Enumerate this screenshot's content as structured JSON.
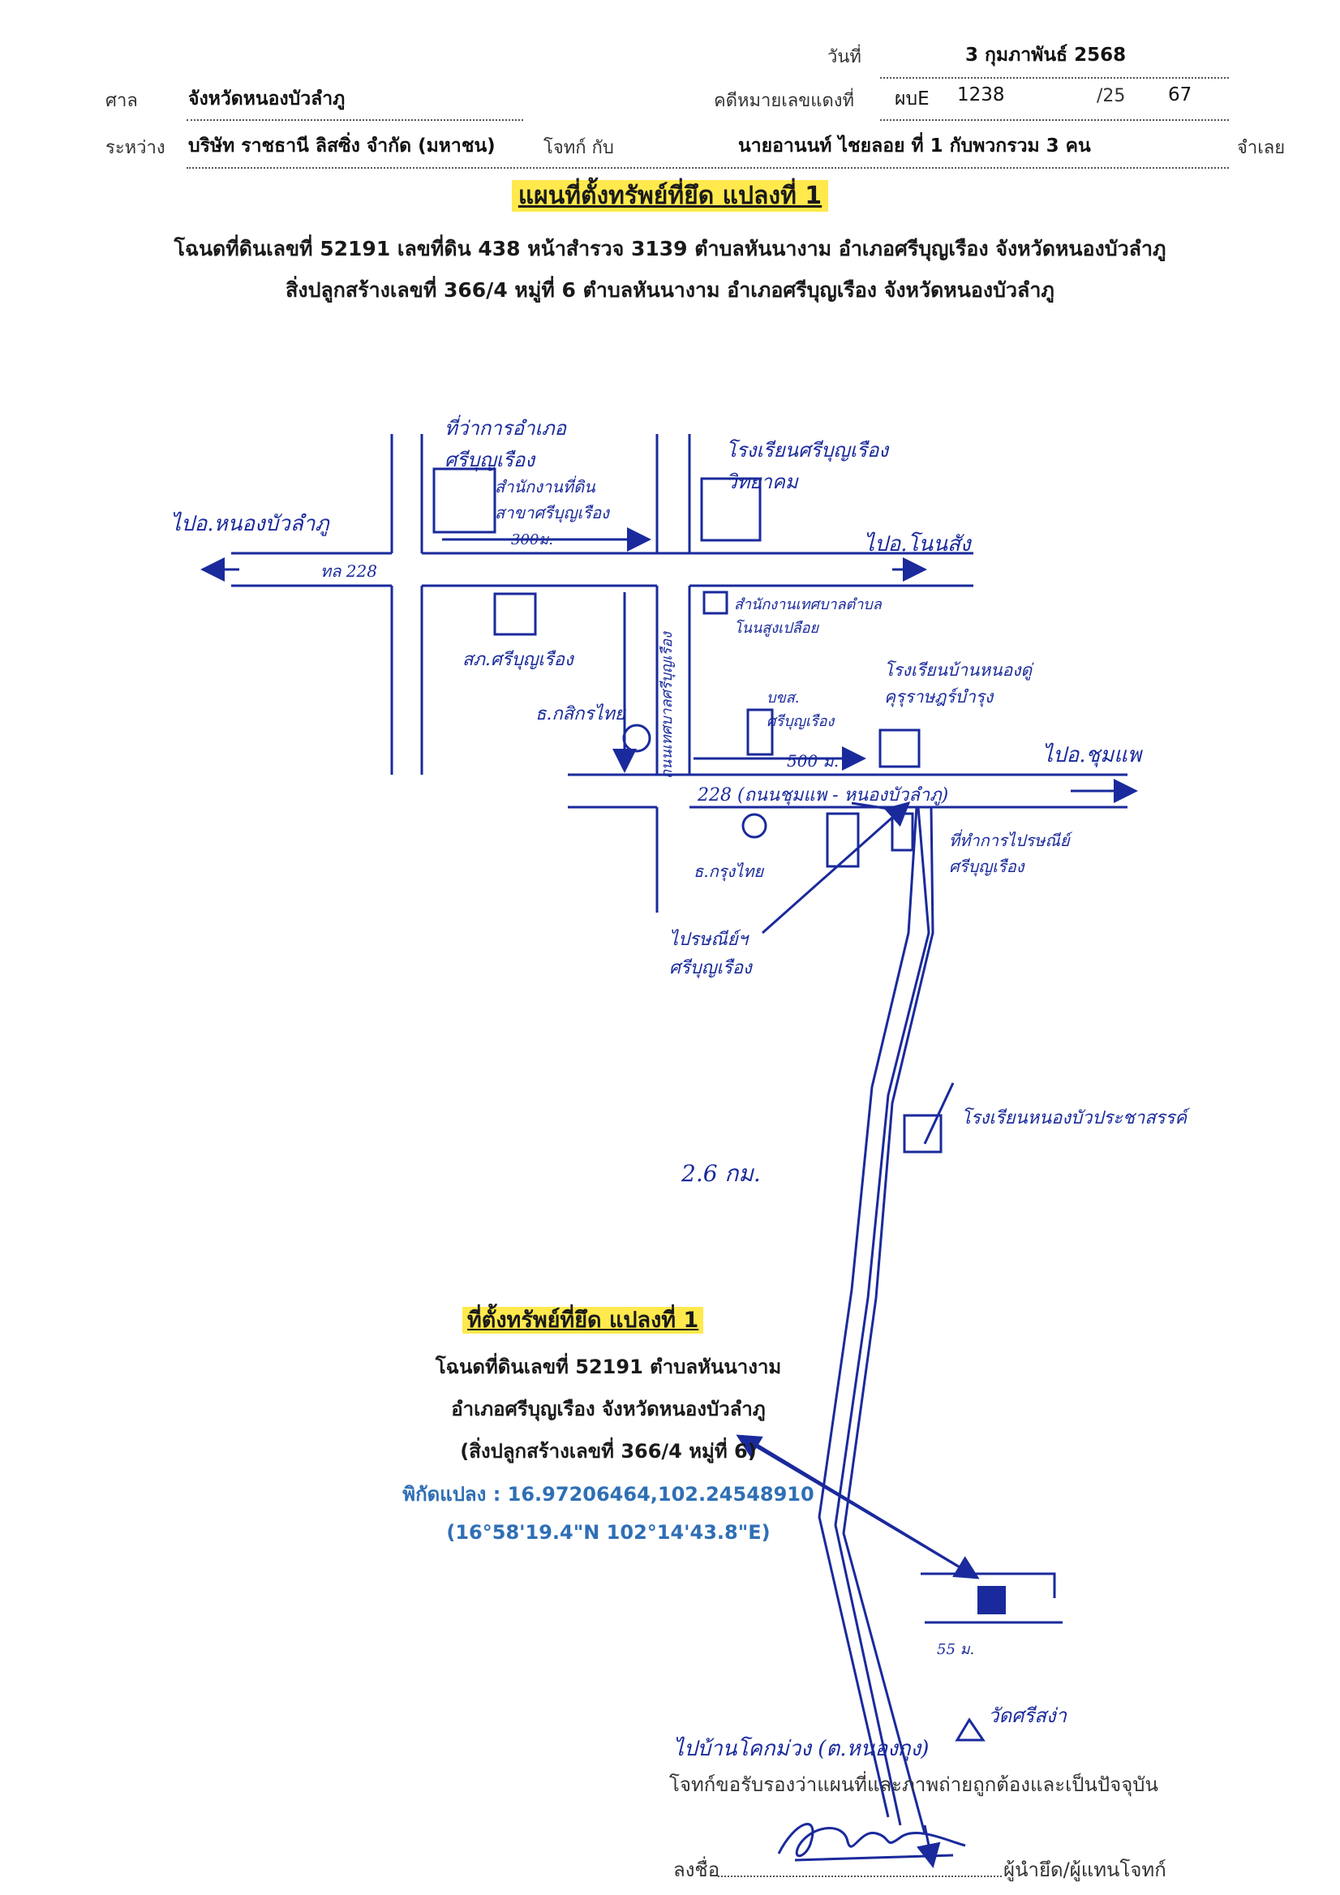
{
  "header": {
    "date_label": "วันที่",
    "date_value": "3  กุมภาพันธ์  2568",
    "court_label": "ศาล",
    "court_value": "จังหวัดหนองบัวลำภู",
    "case_label": "คดีหมายเลขแดงที่",
    "case_prefix": "ผบE",
    "case_number": "1238",
    "case_year_sep": "/25",
    "case_year": "67",
    "between_label": "ระหว่าง",
    "plaintiff": "บริษัท ราชธานี ลิสซิ่ง จำกัด (มหาชน)",
    "plaintiff_role": "โจทก์ กับ",
    "defendant": "นายอานนท์  ไชยลอย  ที่ 1 กับพวกรวม 3 คน",
    "defendant_role": "จำเลย"
  },
  "title": "แผนที่ตั้งทรัพย์ที่ยึด แปลงที่ 1",
  "description": {
    "line1": "โฉนดที่ดินเลขที่ 52191 เลขที่ดิน 438 หน้าสำรวจ 3139 ตำบลหันนางาม อำเภอศรีบุญเรือง จังหวัดหนองบัวลำภู",
    "line2": "สิ่งปลูกสร้างเลขที่ 366/4 หมู่ที่ 6 ตำบลหันนางาม อำเภอศรีบุญเรือง จังหวัดหนองบัวลำภู"
  },
  "map_labels": {
    "district_office": "ที่ว่าการอำเภอ\nศรีบุญเรือง",
    "land_office": "สำนักงานที่ดิน\nสาขาศรีบุญเรือง",
    "school_top": "โรงเรียนศรีบุญเรือง\nวิทยาคม",
    "to_nongbua": "ไปอ.หนองบัวลำภู",
    "to_nonsang": "ไปอ.โนนสัง",
    "road_228_top": "ทล 228",
    "dist_300": "300ม.",
    "police": "สภ.ศรีบุญเรือง",
    "bank_krungthai": "ธ.กสิกรไทย",
    "subdistrict_office": "สำนักงานเทศบาลตำบล\nโนนสูงเปลือย",
    "school_ban": "โรงเรียนบ้านหนองดู่\nคุรุราษฎร์บำรุง",
    "bks": "บขส.\nศรีบุญเรือง",
    "dist_500": "500 ม.",
    "to_chumphae": "ไปอ.ชุมแพ",
    "road_228_main": "228 (ถนนชุมแพ - หนองบัวลำภู)",
    "bank_krungthai2": "ธ.กรุงไทย",
    "post_office": "ไปรษณีย์ฯ\nศรีบุญเรือง",
    "electric": "ที่ทำการไปรษณีย์\nศรีบุญเรือง",
    "vertical_road": "ถนนเทศบาลศรีบุญเรือง",
    "dist_26": "2.6 กม.",
    "school_mid": "โรงเรียนหนองบัวประชาสรรค์",
    "dist_55": "55 ม.",
    "temple": "วัดศรีสง่า",
    "to_bankok": "ไปบ้านโคกม่วง (ต.หนองกุง)"
  },
  "callout": {
    "title": "ที่ตั้งทรัพย์ที่ยึด แปลงที่ 1",
    "line1": "โฉนดที่ดินเลขที่ 52191 ตำบลหันนางาม",
    "line2": "อำเภอศรีบุญเรือง จังหวัดหนองบัวลำภู",
    "line3": "(สิ่งปลูกสร้างเลขที่ 366/4 หมู่ที่ 6)",
    "coord1": "พิกัดแปลง : 16.97206464,102.24548910",
    "coord2": "(16°58'19.4\"N 102°14'43.8\"E)"
  },
  "footer": {
    "certify": "โจทก์ขอรับรองว่าแผนที่และภาพถ่ายถูกต้องและเป็นปัจจุบัน",
    "sign_label": "ลงชื่อ",
    "sign_role": "ผู้นำยึด/ผู้แทนโจทก์"
  }
}
